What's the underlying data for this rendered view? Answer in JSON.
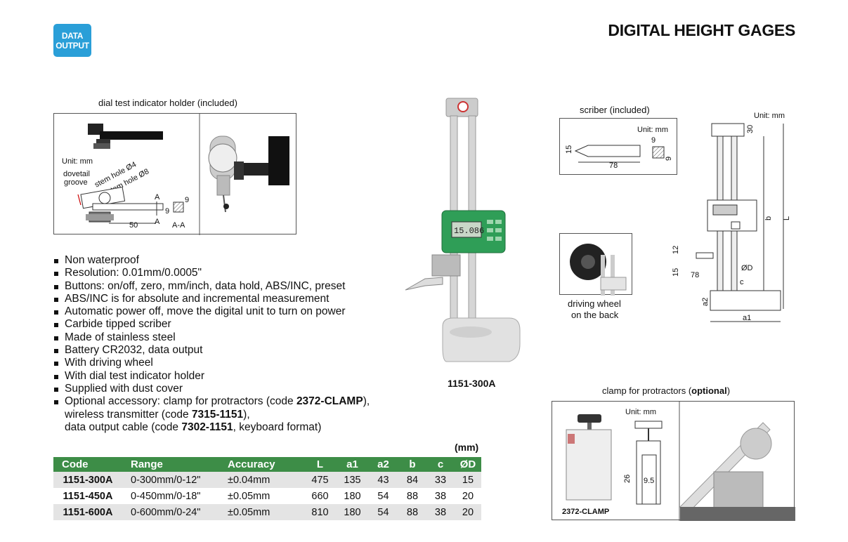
{
  "header": {
    "badge_line1": "DATA",
    "badge_line2": "OUTPUT",
    "title": "DIGITAL HEIGHT GAGES"
  },
  "dial_holder": {
    "caption": "dial test indicator holder (included)",
    "unit": "Unit: mm",
    "dovetail1": "dovetail",
    "dovetail2": "groove",
    "stem4": "stem hole Ø4",
    "stem8": "stem hole Ø8",
    "dim_50": "50",
    "dim_9a": "9",
    "dim_9b": "9",
    "sec_a1": "A",
    "sec_a2": "A",
    "sec_aa": "A-A"
  },
  "features": [
    "Non waterproof",
    "Resolution: 0.01mm/0.0005\"",
    "Buttons: on/off, zero, mm/inch, data hold, ABS/INC, preset",
    "ABS/INC is for absolute and incremental measurement",
    "Automatic power off, move the digital unit to turn on power",
    "Carbide tipped scriber",
    "Made of stainless steel",
    "Battery CR2032, data output",
    "With driving wheel",
    "With dial test indicator holder",
    "Supplied with dust cover"
  ],
  "optional": {
    "pre": "Optional accessory: clamp for protractors (code ",
    "code1": "2372-CLAMP",
    "mid1": "),",
    "line2_pre": "wireless transmitter (code ",
    "code2": "7315-1151",
    "line2_post": "),",
    "line3_pre": "data output cable (code ",
    "code3": "7302-1151",
    "line3_post": ", keyboard format)"
  },
  "product": {
    "code": "1151-300A",
    "display_value": "15.086"
  },
  "scriber": {
    "caption": "scriber (included)",
    "unit": "Unit: mm",
    "d15": "15",
    "d78": "78",
    "d9a": "9",
    "d9b": "9"
  },
  "main_drawing": {
    "unit": "Unit: mm",
    "d30": "30",
    "db": "b",
    "dL": "L",
    "d12": "12",
    "d15": "15",
    "d78": "78",
    "dD": "ØD",
    "dc": "c",
    "da2": "a2",
    "da1": "a1"
  },
  "driving_wheel": {
    "line1": "driving wheel",
    "line2": "on the back"
  },
  "clamp": {
    "caption_pre": "clamp for protractors (",
    "caption_bold": "optional",
    "caption_post": ")",
    "unit": "Unit: mm",
    "d26": "26",
    "d95": "9.5",
    "code": "2372-CLAMP"
  },
  "table": {
    "unit": "(mm)",
    "headers": [
      "Code",
      "Range",
      "Accuracy",
      "L",
      "a1",
      "a2",
      "b",
      "c",
      "ØD"
    ],
    "rows": [
      [
        "1151-300A",
        "0-300mm/0-12\"",
        "±0.04mm",
        "475",
        "135",
        "43",
        "84",
        "33",
        "15"
      ],
      [
        "1151-450A",
        "0-450mm/0-18\"",
        "±0.05mm",
        "660",
        "180",
        "54",
        "88",
        "38",
        "20"
      ],
      [
        "1151-600A",
        "0-600mm/0-24\"",
        "±0.05mm",
        "810",
        "180",
        "54",
        "88",
        "38",
        "20"
      ]
    ]
  },
  "colors": {
    "badge": "#2a9fd8",
    "table_header": "#3d8d47",
    "row_stripe": "#e4e4e4",
    "display_body": "#2f9e57"
  }
}
